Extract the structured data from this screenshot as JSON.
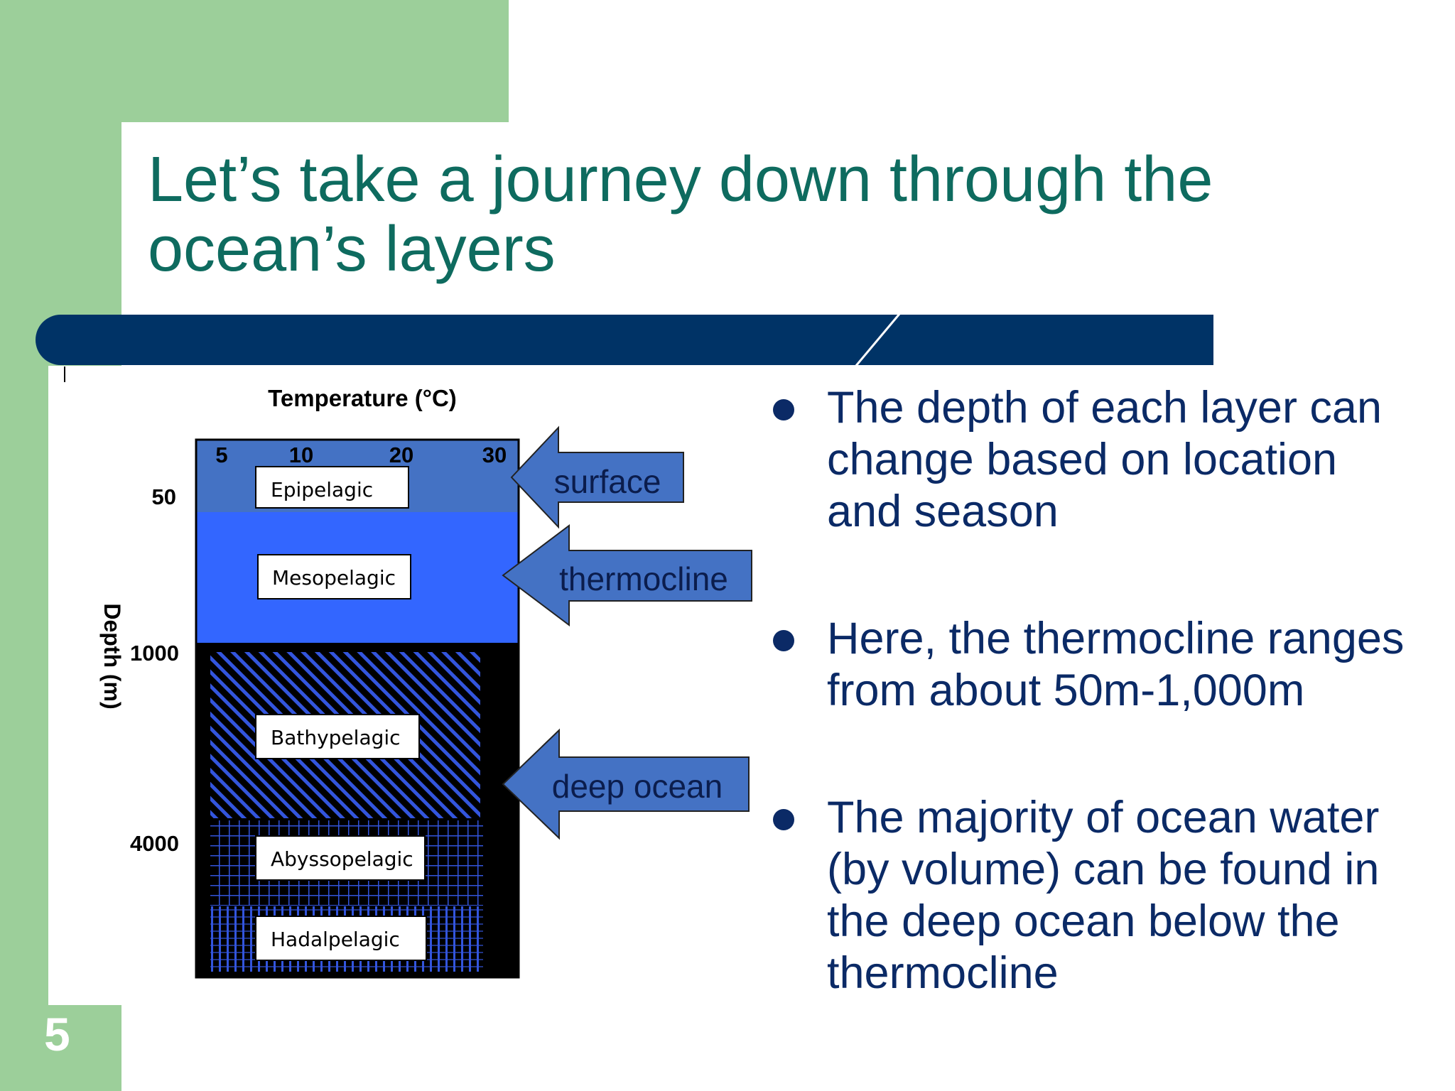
{
  "slide": {
    "title": "Let’s take a journey down through the ocean’s layers",
    "page_number": "5",
    "colors": {
      "green": "#9ccf9a",
      "title_text": "#0e6b5f",
      "bar": "#003366",
      "bullet_text": "#0b2a66"
    }
  },
  "diagram": {
    "temperature_label": "Temperature (°C)",
    "temperature_ticks": [
      "5",
      "10",
      "20",
      "30"
    ],
    "depth_axis_label": "Depth (m)",
    "depth_ticks": [
      "50",
      "1000",
      "4000"
    ],
    "layers": {
      "epipelagic": "Epipelagic",
      "mesopelagic": "Mesopelagic",
      "bathypelagic": "Bathypelagic",
      "abyssopelagic": "Abyssopelagic",
      "hadalpelagic": "Hadalpelagic"
    },
    "arrows": {
      "surface": "surface",
      "thermocline": "thermocline",
      "deep_ocean": "deep ocean"
    },
    "colors": {
      "surface_layer": "#4472c4",
      "mesopelagic_layer": "#3366ff",
      "deep_background": "#000000",
      "pattern_blue": "#3355dd",
      "arrow_fill": "#4472c4"
    }
  },
  "bullets": [
    "The depth of each layer can change based on location and season",
    "Here, the thermocline ranges from about 50m-1,000m",
    "The majority of ocean water (by volume) can be found in the deep ocean below the thermocline"
  ]
}
